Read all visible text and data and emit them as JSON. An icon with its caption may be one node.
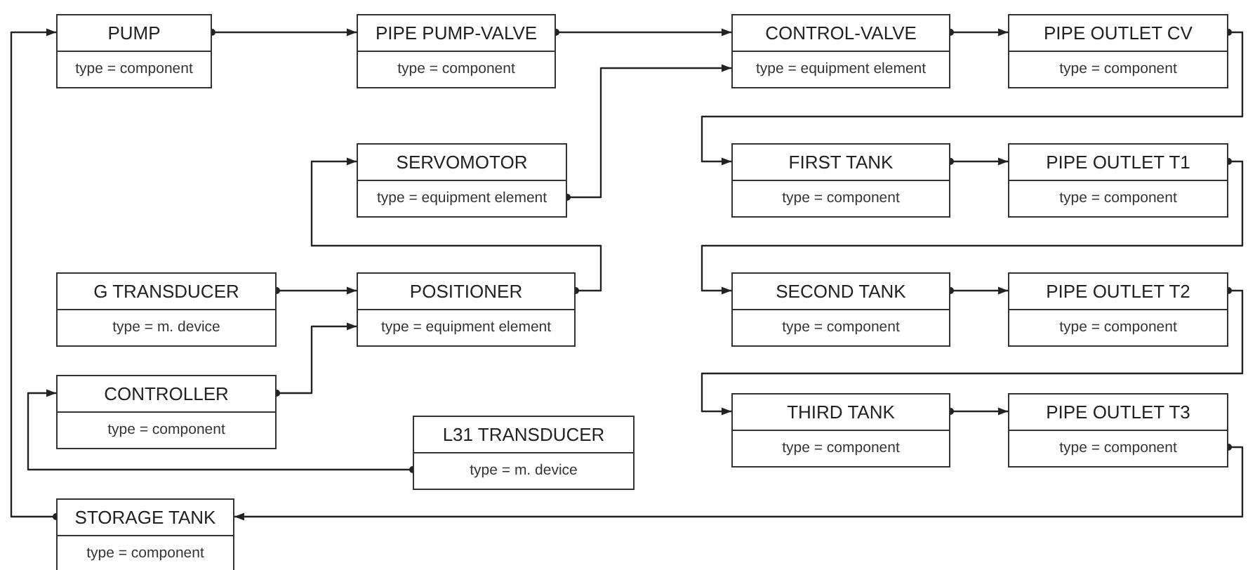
{
  "diagram": {
    "nodes": [
      {
        "text": [
          "PUMP",
          "type = component"
        ]
      },
      {
        "text": [
          "PIPE PUMP-VALVE",
          "type = component"
        ]
      },
      {
        "text": [
          "CONTROL-VALVE",
          "type = equipment element"
        ]
      },
      {
        "text": [
          "PIPE OUTLET CV",
          "type = component"
        ]
      },
      {
        "text": [
          "SERVOMOTOR",
          "type = equipment element"
        ]
      },
      {
        "text": [
          "FIRST TANK",
          "type = component"
        ]
      },
      {
        "text": [
          "PIPE OUTLET T1",
          "type = component"
        ]
      },
      {
        "text": [
          "G TRANSDUCER",
          "type = m. device"
        ]
      },
      {
        "text": [
          "POSITIONER",
          "type = equipment element"
        ]
      },
      {
        "text": [
          "SECOND TANK",
          "type = component"
        ]
      },
      {
        "text": [
          "PIPE OUTLET T2",
          "type = component"
        ]
      },
      {
        "text": [
          "CONTROLLER",
          "type = component"
        ]
      },
      {
        "text": [
          "L31 TRANSDUCER",
          "type = m. device"
        ]
      },
      {
        "text": [
          "THIRD TANK",
          "type = component"
        ]
      },
      {
        "text": [
          "PIPE OUTLET T3",
          "type = component"
        ]
      },
      {
        "text": [
          "STORAGE TANK",
          "type = component"
        ]
      }
    ],
    "edges": [
      {
        "from": 0,
        "to": 1,
        "arrow": "to"
      },
      {
        "from": 1,
        "to": 2,
        "arrow": "to"
      },
      {
        "from": 4,
        "to": 2,
        "arrow": "to"
      },
      {
        "from": 2,
        "to": 3,
        "arrow": "to"
      },
      {
        "from": 3,
        "to": 5,
        "arrow": "to"
      },
      {
        "from": 5,
        "to": 6,
        "arrow": "to"
      },
      {
        "from": 6,
        "to": 9,
        "arrow": "to"
      },
      {
        "from": 9,
        "to": 10,
        "arrow": "to"
      },
      {
        "from": 10,
        "to": 13,
        "arrow": "to"
      },
      {
        "from": 13,
        "to": 14,
        "arrow": "to"
      },
      {
        "from": 14,
        "to": 15,
        "arrow": "to"
      },
      {
        "from": 15,
        "to": 0,
        "arrow": "to"
      },
      {
        "from": 7,
        "to": 8,
        "arrow": "to"
      },
      {
        "from": 8,
        "to": 4,
        "arrow": "to"
      },
      {
        "from": 11,
        "to": 8,
        "arrow": "to"
      },
      {
        "from": 12,
        "to": 11,
        "arrow": "to"
      }
    ]
  }
}
